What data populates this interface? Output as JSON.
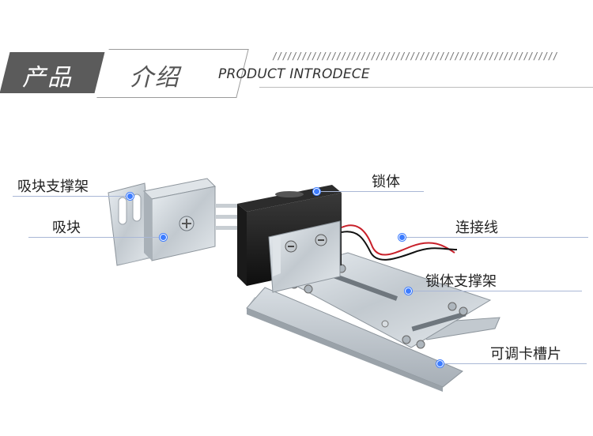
{
  "header": {
    "tag_dark": "产品",
    "tag_light": "介绍",
    "slashes": "//////////////////////////////////////////////////////////",
    "subtitle": "PRODUCT INTRODECE"
  },
  "labels": {
    "magnet_bracket": "吸块支撑架",
    "magnet": "吸块",
    "lock_body": "锁体",
    "wire": "连接线",
    "lock_bracket": "锁体支撑架",
    "slot_plate": "可调卡槽片"
  },
  "colors": {
    "dark_tag": "#5b5b5b",
    "accent_dot": "#3d7cff",
    "leader_line": "#a9b7d6"
  }
}
